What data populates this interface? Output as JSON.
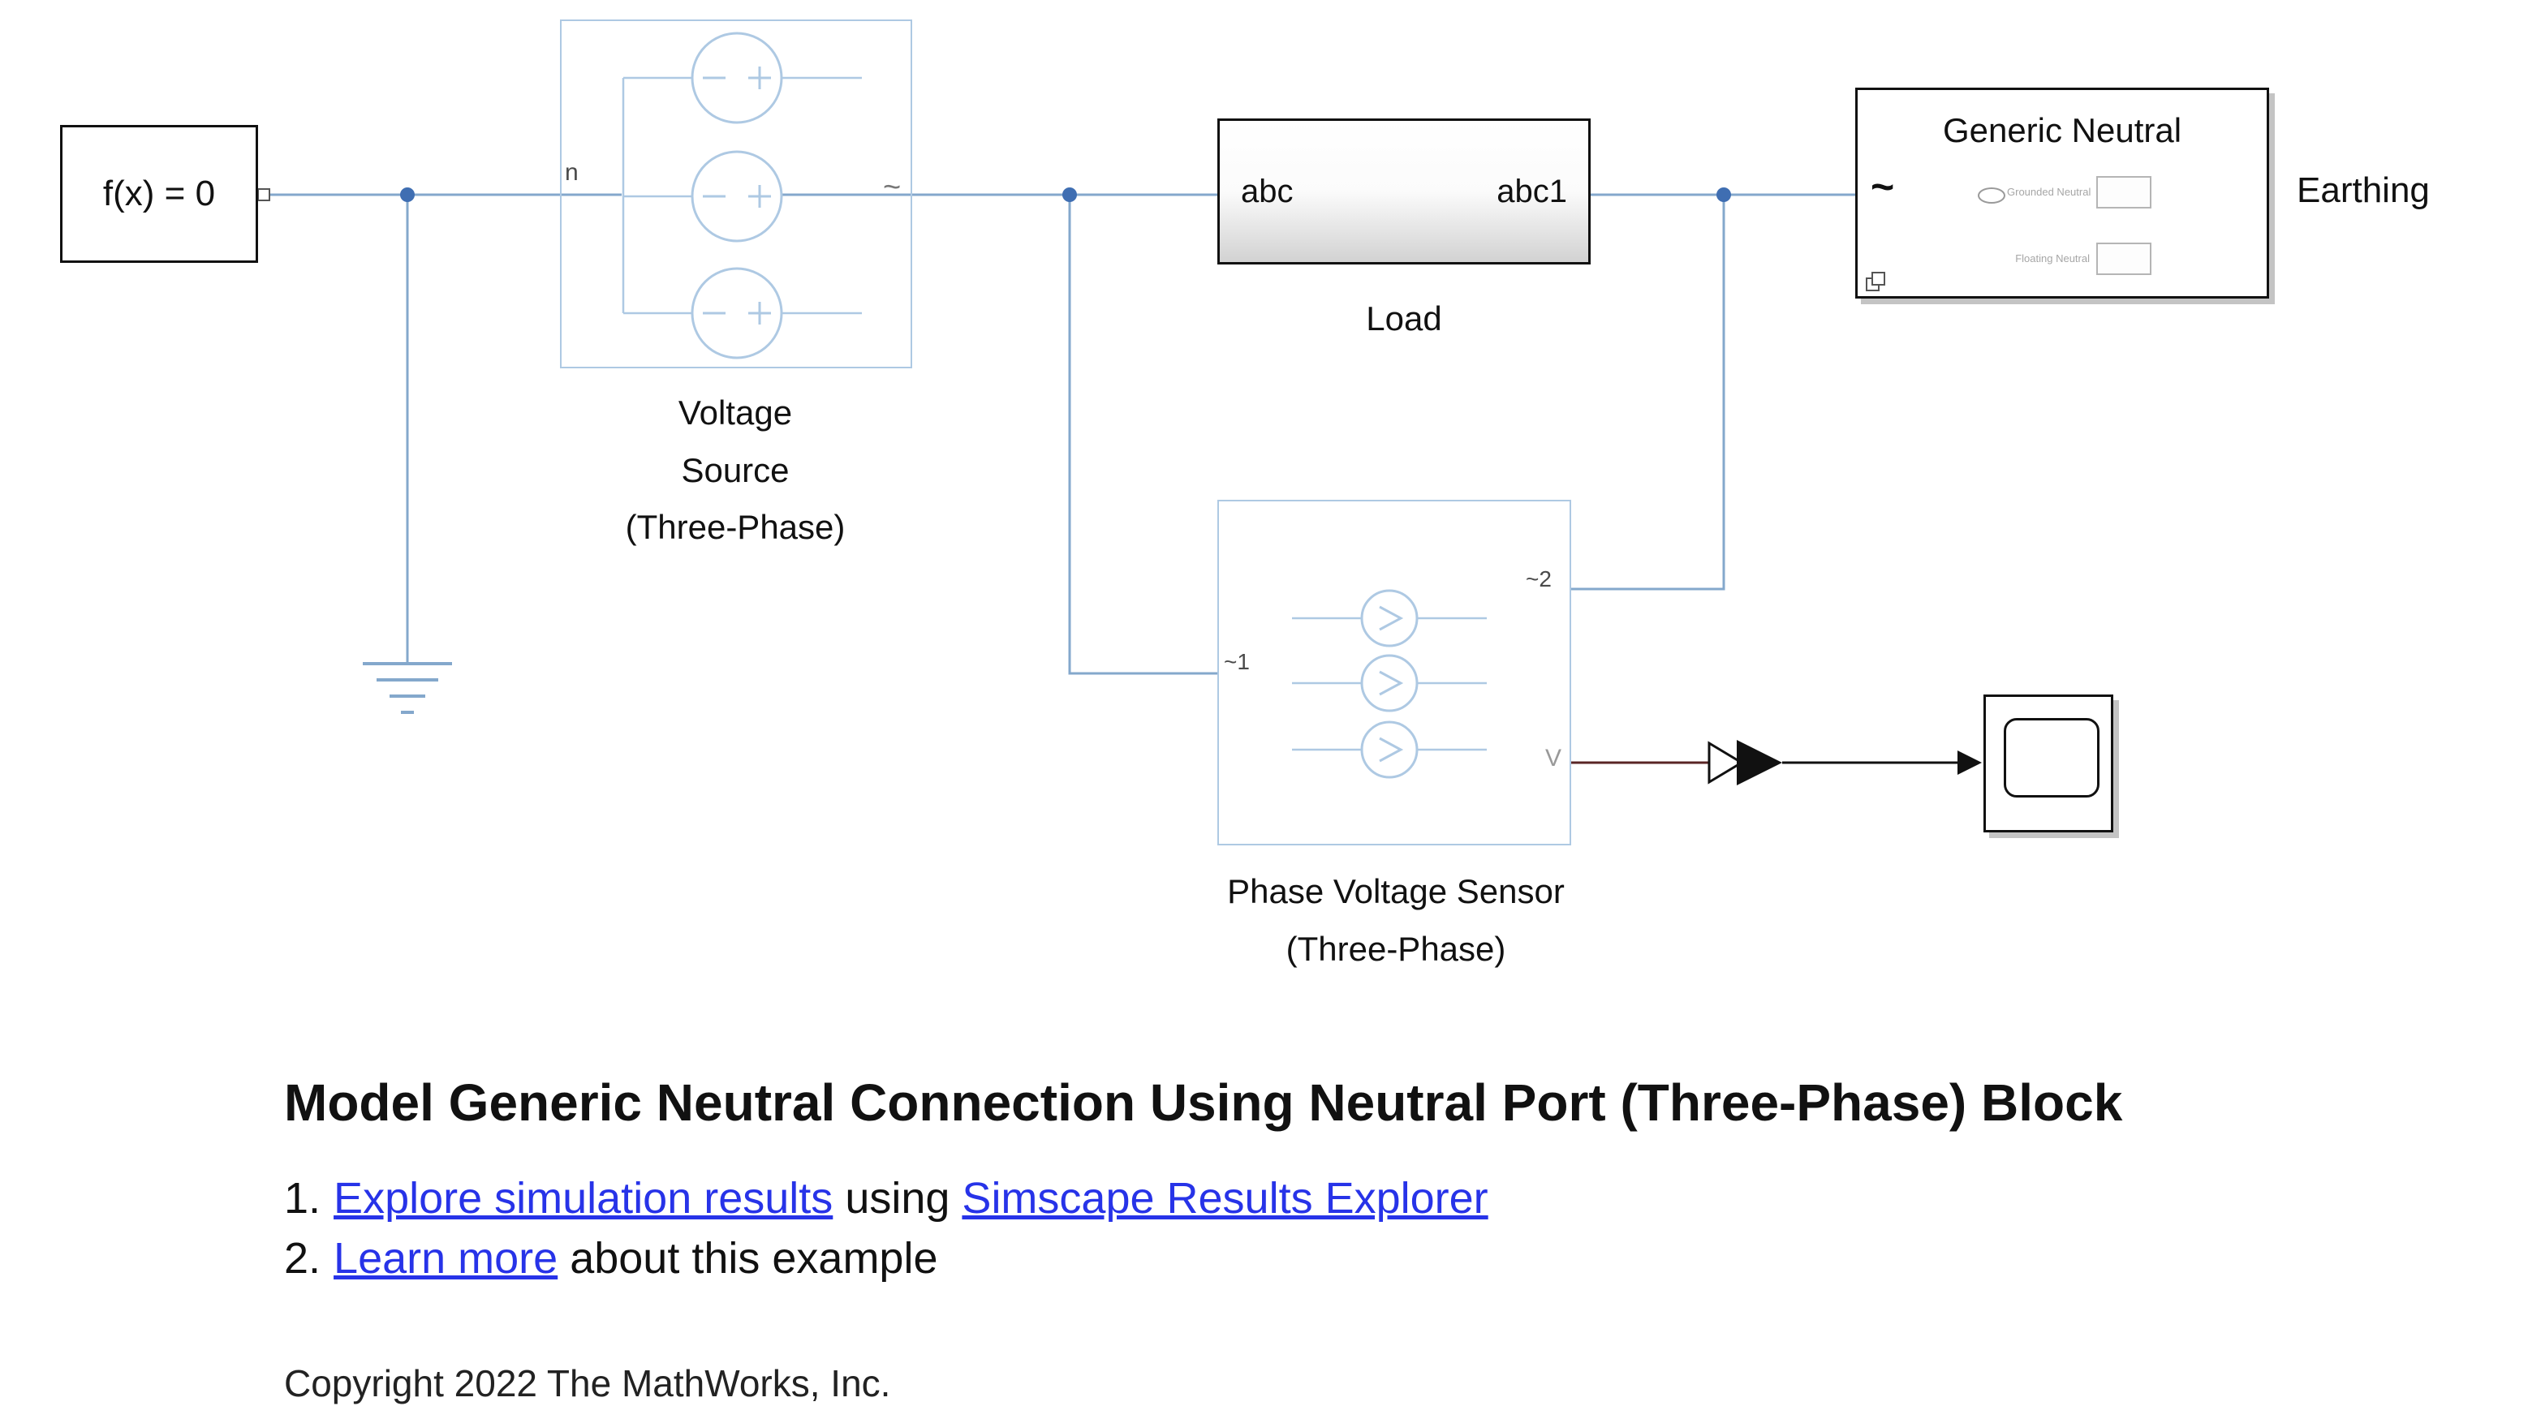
{
  "diagram": {
    "solver": {
      "label": "f(x) = 0"
    },
    "voltage_source": {
      "port_n": "n",
      "port_out": "~",
      "caption_line1": "Voltage",
      "caption_line2": "Source",
      "caption_line3": "(Three-Phase)"
    },
    "load": {
      "port_in": "abc",
      "port_out": "abc1",
      "caption": "Load"
    },
    "generic_neutral": {
      "title": "Generic Neutral",
      "port_in": "~",
      "option1": "Grounded Neutral",
      "option2": "Floating Neutral",
      "side_label": "Earthing"
    },
    "sensor": {
      "port_in": "~1",
      "port_out": "~2",
      "port_v": "V",
      "caption_line1": "Phase Voltage Sensor",
      "caption_line2": "(Three-Phase)"
    }
  },
  "annotations": {
    "title": "Model Generic Neutral Connection Using Neutral Port (Three-Phase) Block",
    "list": [
      {
        "number": "1.",
        "link_a": "Explore simulation results",
        "middle": " using ",
        "link_b": "Simscape Results Explorer"
      },
      {
        "number": "2.",
        "link_a": "Learn more",
        "rest": " about this example"
      }
    ],
    "copyright": "Copyright 2022 The MathWorks, Inc."
  },
  "colors": {
    "wire": "#84a8cc",
    "block_icon": "#aec9e3",
    "junction": "#3f6eb2",
    "ps_signal": "#5a2424",
    "link": "#2733e8",
    "shadow": "#c4c4c4"
  }
}
